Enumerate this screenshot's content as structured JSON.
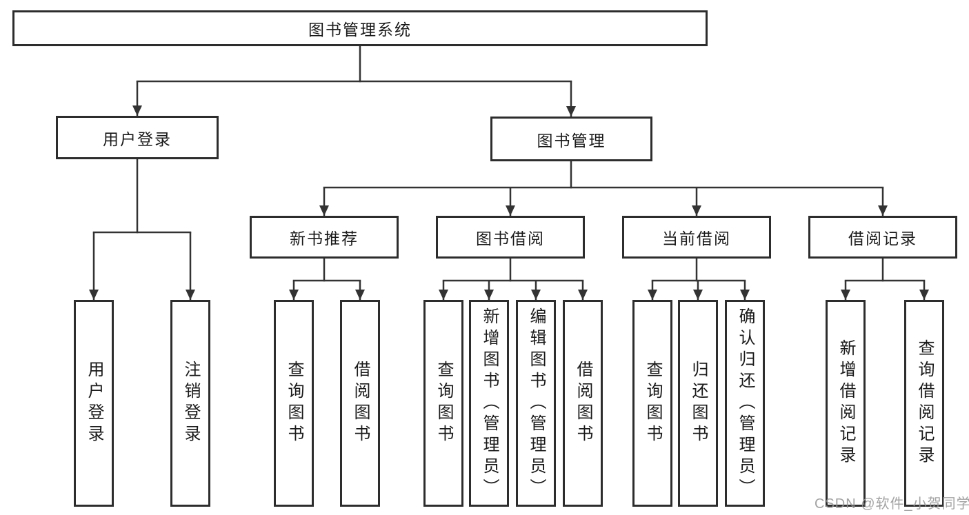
{
  "diagram": {
    "root": {
      "label": "图书管理系统"
    },
    "level2": [
      {
        "label": "用户登录"
      },
      {
        "label": "图书管理"
      }
    ],
    "level3": [
      {
        "label": "新书推荐"
      },
      {
        "label": "图书借阅"
      },
      {
        "label": "当前借阅"
      },
      {
        "label": "借阅记录"
      }
    ],
    "leaves": [
      {
        "label": "用户登录"
      },
      {
        "label": "注销登录"
      },
      {
        "label": "查询图书"
      },
      {
        "label": "借阅图书"
      },
      {
        "label": "查询图书"
      },
      {
        "label": "新增图书（管理员）"
      },
      {
        "label": "编辑图书（管理员）"
      },
      {
        "label": "借阅图书"
      },
      {
        "label": "查询图书"
      },
      {
        "label": "归还图书"
      },
      {
        "label": "确认归还（管理员）"
      },
      {
        "label": "新增借阅记录"
      },
      {
        "label": "查询借阅记录"
      }
    ],
    "watermark": "CSDN @软件_小贺同学",
    "colors": {
      "line": "#333333",
      "box_border": "#2d2d2d",
      "text": "#1a1a1a",
      "watermark": "#969696",
      "background": "#ffffff"
    }
  }
}
